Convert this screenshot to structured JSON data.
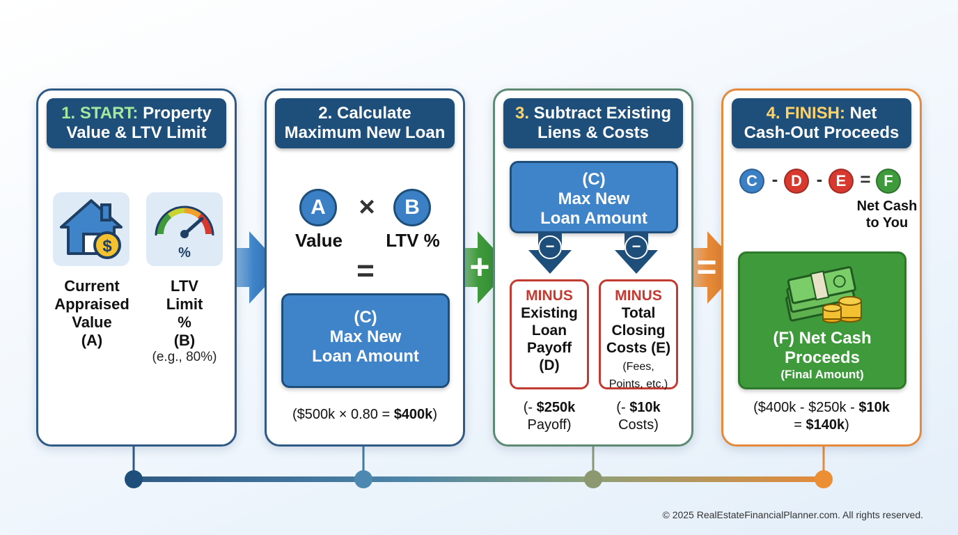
{
  "steps": [
    {
      "title_lead": "1. START:",
      "title_rest_1": " Property",
      "title_line2": "Value & LTV Limit",
      "value_label": [
        "Current",
        "Appraised",
        "Value",
        "(A)"
      ],
      "ltv_label": [
        "LTV",
        "Limit",
        "%",
        "(B)"
      ],
      "ltv_example": "(e.g., 80%)",
      "gauge_glyph": "%"
    },
    {
      "title_line1": "2. Calculate",
      "title_line2": "Maximum New Loan",
      "circle_a": "A",
      "times": "×",
      "circle_b": "B",
      "value_word": "Value",
      "ltv_word": "LTV %",
      "equals": "=",
      "box_lines": [
        "(C)",
        "Max New",
        "Loan Amount"
      ],
      "calc_prefix": "($500k × 0.80 = ",
      "calc_result": "$400k",
      "calc_suffix": ")"
    },
    {
      "title_lead": "3.",
      "title_rest_1": " Subtract Existing",
      "title_line2": "Liens & Costs",
      "box_lines": [
        "(C)",
        "Max New",
        "Loan Amount"
      ],
      "minus_sign": "−",
      "payoff_box": {
        "minus": "MINUS",
        "lines": [
          "Existing",
          "Loan",
          "Payoff",
          "(D)"
        ]
      },
      "costs_box": {
        "minus": "MINUS",
        "lines": [
          "Total",
          "Closing",
          "Costs (E)"
        ],
        "small": [
          "(Fees,",
          "Points, etc.)"
        ]
      },
      "payoff_note": {
        "prefix": "(- ",
        "amount": "$250k",
        "line2": "Payoff)"
      },
      "costs_note": {
        "prefix": "(- ",
        "amount": "$10k",
        "line2": "Costs)"
      }
    },
    {
      "title_lead": "4. FINISH:",
      "title_rest_1": " Net",
      "title_line2": "Cash-Out Proceeds",
      "formula": [
        {
          "letter": "C",
          "color": "#3b7fc4"
        },
        {
          "letter": "D",
          "color": "#d8392f"
        },
        {
          "letter": "E",
          "color": "#d8392f"
        },
        {
          "letter": "F",
          "color": "#3f9a3c"
        }
      ],
      "op_minus": "-",
      "op_equals": "=",
      "net_label": [
        "Net Cash",
        "to You"
      ],
      "result_lines": [
        "(F) Net Cash",
        "Proceeds"
      ],
      "result_sub": "(Final Amount)",
      "calc_line1_a": "($400k - $250k - ",
      "calc_line1_b": "$10k",
      "calc_line2_a": "= ",
      "calc_line2_b": "$140k",
      "calc_line2_c": ")"
    }
  ],
  "connectors": {
    "plus": "+",
    "equals": "="
  },
  "colors": {
    "navy": "#1e4f7a",
    "blue": "#3f84c8",
    "green": "#3f9a3c",
    "red": "#c23b32",
    "orange": "#e58a3a"
  },
  "footer": "© 2025 RealEstateFinancialPlanner.com. All rights reserved."
}
